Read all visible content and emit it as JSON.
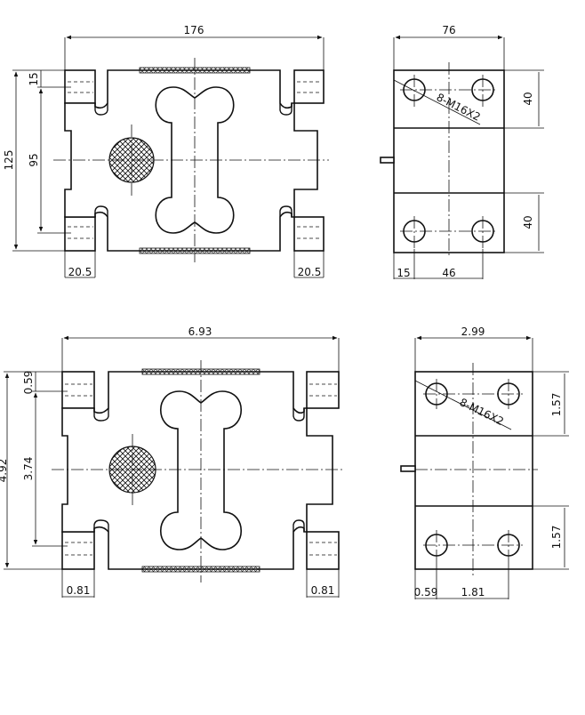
{
  "metric": {
    "front": {
      "width": "176",
      "height": "125",
      "hole_pitch": "95",
      "edge_offset": "15",
      "left_block": "20.5",
      "right_block": "20.5"
    },
    "side": {
      "width": "76",
      "top_gap": "40",
      "bottom_gap": "40",
      "hole_offset": "15",
      "hole_pitch": "46",
      "thread_callout": "8-M16X2"
    }
  },
  "imperial": {
    "front": {
      "width": "6.93",
      "height": "4.92",
      "hole_pitch": "3.74",
      "edge_offset": "0.59",
      "left_block": "0.81",
      "right_block": "0.81"
    },
    "side": {
      "width": "2.99",
      "top_gap": "1.57",
      "bottom_gap": "1.57",
      "hole_offset": "0.59",
      "hole_pitch": "1.81",
      "thread_callout": "8-M16X2"
    }
  }
}
